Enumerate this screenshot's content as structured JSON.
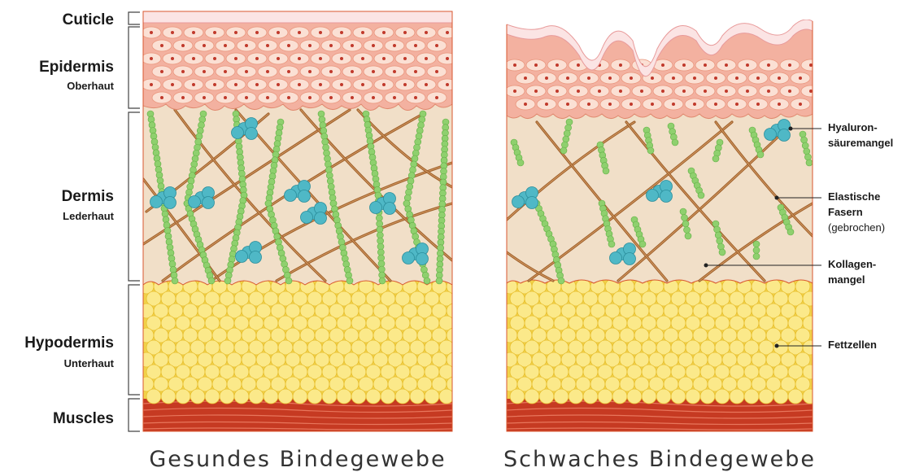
{
  "layers": {
    "cuticle": {
      "label": "Cuticle"
    },
    "epidermis": {
      "label": "Epidermis",
      "sublabel": "Oberhaut"
    },
    "dermis": {
      "label": "Dermis",
      "sublabel": "Lederhaut"
    },
    "hypodermis": {
      "label": "Hypodermis",
      "sublabel": "Unterhaut"
    },
    "muscles": {
      "label": "Muscles"
    }
  },
  "annotations": {
    "hyaluron_line1": "Hyaluron-",
    "hyaluron_line2": "säuremangel",
    "elastic_line1": "Elastische",
    "elastic_line2": "Fasern",
    "elastic_line3": "(gebrochen)",
    "collagen_line1": "Kollagen-",
    "collagen_line2": "mangel",
    "fat": "Fettzellen"
  },
  "captions": {
    "healthy": "Gesundes Bindegewebe",
    "weak": "Schwaches Bindegewebe"
  },
  "colors": {
    "epidermis_fill": "#f3b1a0",
    "cell_fill": "#fbe0d4",
    "nucleus": "#c0392b",
    "dermis_bg": "#f1dfc8",
    "collagen": "#a0622d",
    "elastin": "#8fd06e",
    "hyaluron": "#4fb8c6",
    "fat_bg": "#f1d24a",
    "fat_cell": "#fbe98a",
    "muscle": "#c63a22"
  }
}
